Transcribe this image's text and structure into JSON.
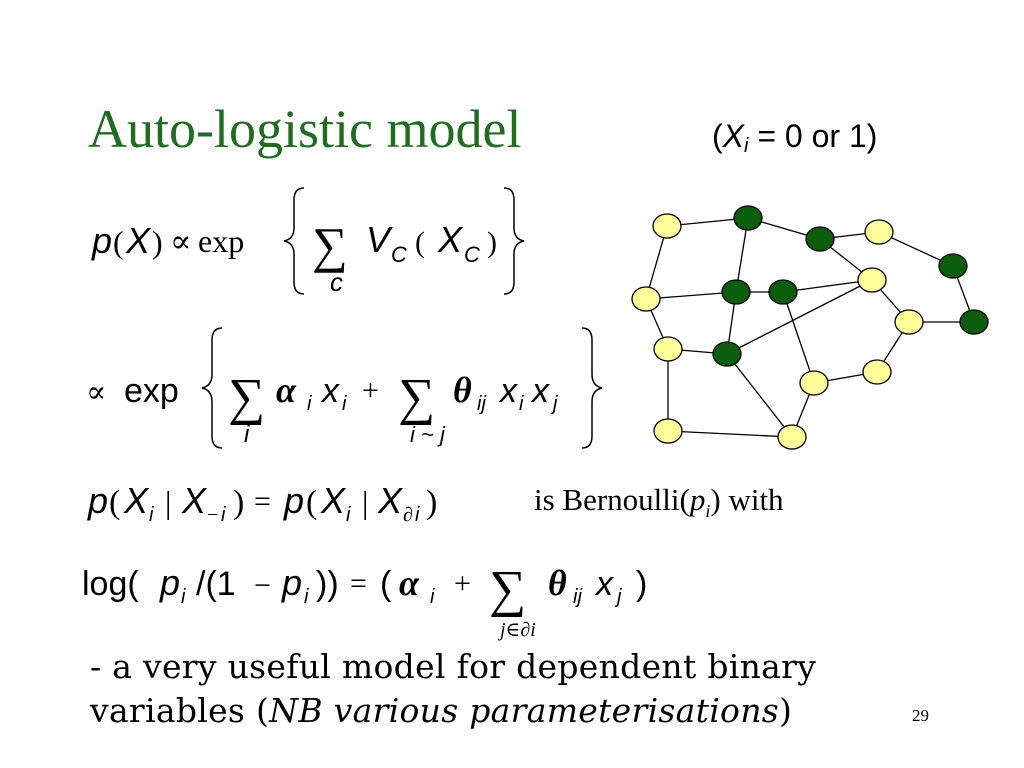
{
  "slide": {
    "title": "Auto-logistic model",
    "subtitle": {
      "open": "(",
      "var": "X",
      "sub": "i",
      "rest": " = 0 or 1)"
    },
    "equation_texts": {
      "bernoulli": "is Bernoulli(",
      "bernoulli_p": "p",
      "bernoulli_sub": "i",
      "bernoulli_close": ") with"
    },
    "note_line1": "- a very useful model for dependent binary",
    "note_line2_pre": "variables (",
    "note_line2_italic": "NB various parameterisations",
    "note_line2_post": ")",
    "page_number": "29"
  },
  "graph": {
    "colors": {
      "light": "#ffff99",
      "dark": "#0b5e0b",
      "edge": "#000000"
    }
  }
}
